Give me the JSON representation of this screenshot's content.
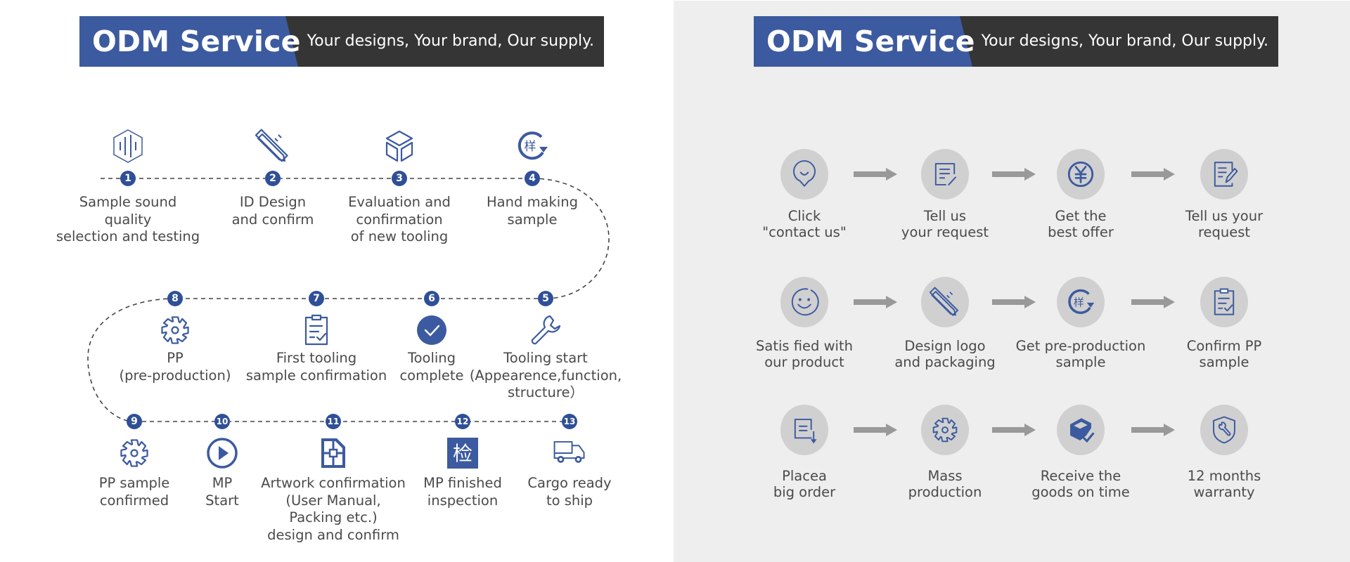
{
  "colors": {
    "brand_blue": "#3c5a9f",
    "node_blue": "#2f4f97",
    "header_dark": "#353535",
    "text_gray": "#4a4a4a",
    "circle_gray": "#d0d0d0",
    "arrow_gray": "#999999",
    "right_bg": "#eeeeee"
  },
  "left": {
    "header": {
      "title": "ODM Service",
      "tagline": "Your designs, Your brand, Our supply."
    },
    "steps": [
      {
        "num": "1",
        "icon": "sound-wave-hexagon-icon",
        "label": "Sample sound\nquality\nselection and testing"
      },
      {
        "num": "2",
        "icon": "ruler-pencil-icon",
        "label": "ID Design\nand confirm"
      },
      {
        "num": "3",
        "icon": "cube-icon",
        "label": "Evaluation and\nconfirmation\nof new tooling"
      },
      {
        "num": "4",
        "icon": "sample-refresh-icon",
        "glyph": "样",
        "label": "Hand making\nsample"
      },
      {
        "num": "5",
        "icon": "wrench-icon",
        "label": "Tooling start\n(Appearence,function,\nstructure）"
      },
      {
        "num": "6",
        "icon": "check-circle-icon",
        "label": "Tooling\ncomplete"
      },
      {
        "num": "7",
        "icon": "clipboard-check-icon",
        "label": "First tooling\nsample confirmation"
      },
      {
        "num": "8",
        "icon": "gear-icon",
        "label": "PP\n(pre-production)"
      },
      {
        "num": "9",
        "icon": "gear-icon",
        "label": "PP sample\nconfirmed"
      },
      {
        "num": "10",
        "icon": "play-circle-icon",
        "label": "MP\nStart"
      },
      {
        "num": "11",
        "icon": "artwork-document-icon",
        "label": "Artwork confirmation\n(User Manual,\nPacking etc.)\ndesign and confirm"
      },
      {
        "num": "12",
        "icon": "inspection-icon",
        "glyph": "检",
        "label": "MP finished\ninspection"
      },
      {
        "num": "13",
        "icon": "truck-icon",
        "label": "Cargo ready\nto ship"
      }
    ]
  },
  "right": {
    "header": {
      "title": "ODM Service",
      "tagline": "Your designs, Your brand, Our supply."
    },
    "steps": [
      {
        "icon": "chat-smile-icon",
        "label": "Click\n\"contact us\""
      },
      {
        "icon": "document-edit-icon",
        "label": "Tell us\nyour request"
      },
      {
        "icon": "yen-coin-icon",
        "glyph": "¥",
        "label": "Get the\nbest offer"
      },
      {
        "icon": "document-pencil-icon",
        "label": "Tell us your\nrequest"
      },
      {
        "icon": "smile-face-icon",
        "label": "Satis fied with\nour product"
      },
      {
        "icon": "ruler-pencil-icon",
        "label": "Design logo\nand packaging"
      },
      {
        "icon": "sample-refresh-icon",
        "glyph": "样",
        "label": "Get pre-production\nsample"
      },
      {
        "icon": "clipboard-check-icon",
        "label": "Confirm PP\nsample"
      },
      {
        "icon": "order-download-icon",
        "label": "Placea\nbig order"
      },
      {
        "icon": "gear-icon",
        "label": "Mass\nproduction"
      },
      {
        "icon": "package-check-icon",
        "label": "Receive the\ngoods on time"
      },
      {
        "icon": "shield-wrench-icon",
        "label": "12 months\nwarranty"
      }
    ]
  }
}
